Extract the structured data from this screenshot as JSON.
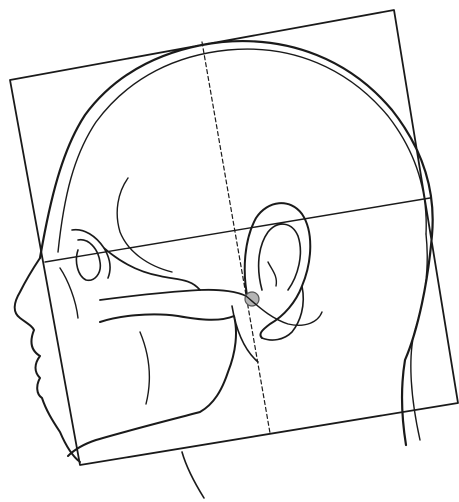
{
  "diagram": {
    "subject": "head-profile-proportion-drawing",
    "colors": {
      "background": "#ffffff",
      "stroke": "#1a1a1a",
      "guide": "#1a1a1a",
      "ear_marker_fill": "#b5b5b5",
      "ear_marker_stroke": "#555555"
    },
    "elements": {
      "guide_square": "tilted-proportion-square",
      "vertical_guide": "dashed-vertical-centerline",
      "horizontal_guide": "horizontal-brow-line",
      "ear_marker": "ear-canal-dot"
    }
  }
}
